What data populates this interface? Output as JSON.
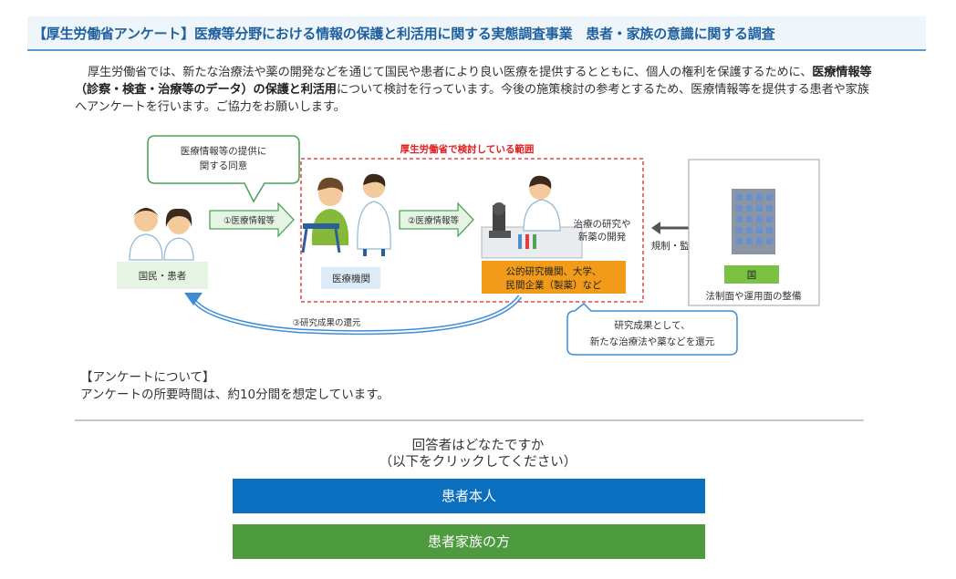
{
  "header": {
    "title": "【厚生労働省アンケート】医療等分野における情報の保護と利活用に関する実態調査事業　患者・家族の意識に関する調査"
  },
  "intro": {
    "part1": "厚生労働省では、新たな治療法や薬の開発などを通じて国民や患者により良い医療を提供するとともに、個人の権利を保護するために、",
    "bold": "医療情報等（診察・検査・治療等のデータ）の保護と利活用",
    "part2": "について検討を行っています。今後の施策検討の参考とするため、医療情報等を提供する患者や家族へアンケートを行います。ご協力をお願いします。"
  },
  "diagram": {
    "consent_bubble_line1": "医療情報等の提供に",
    "consent_bubble_line2": "関する同意",
    "scope_label": "厚生労働省で検討している範囲",
    "arrow1_label": "①医療情報等",
    "arrow2_label": "②医療情報等",
    "patients_label": "国民・患者",
    "medical_inst_label": "医療機関",
    "research_label_line1": "公的研究機関、大学、",
    "research_label_line2": "民間企業（製薬）など",
    "research_dev_line1": "治療の研究や",
    "research_dev_line2": "新薬の開発",
    "regulation_label": "規制・監視",
    "govt_label": "国",
    "govt_caption": "法制面や運用面の整備",
    "return_arrow_label": "③研究成果の還元",
    "return_bubble_line1": "研究成果として、",
    "return_bubble_line2": "新たな治療法や薬などを還元"
  },
  "note": {
    "heading": "【アンケートについて】",
    "text": "アンケートの所要時間は、約10分間を想定しています。"
  },
  "question": {
    "line1": "回答者はどなたですか",
    "line2": "（以下をクリックしてください）"
  },
  "buttons": {
    "patient_self": "患者本人",
    "patient_family": "患者家族の方"
  },
  "colors": {
    "header_text": "#1f5f9e",
    "button_blue": "#0b6fbf",
    "button_green": "#4e9a3f",
    "scope_red": "#e02020",
    "research_orange": "#f29a1a"
  }
}
